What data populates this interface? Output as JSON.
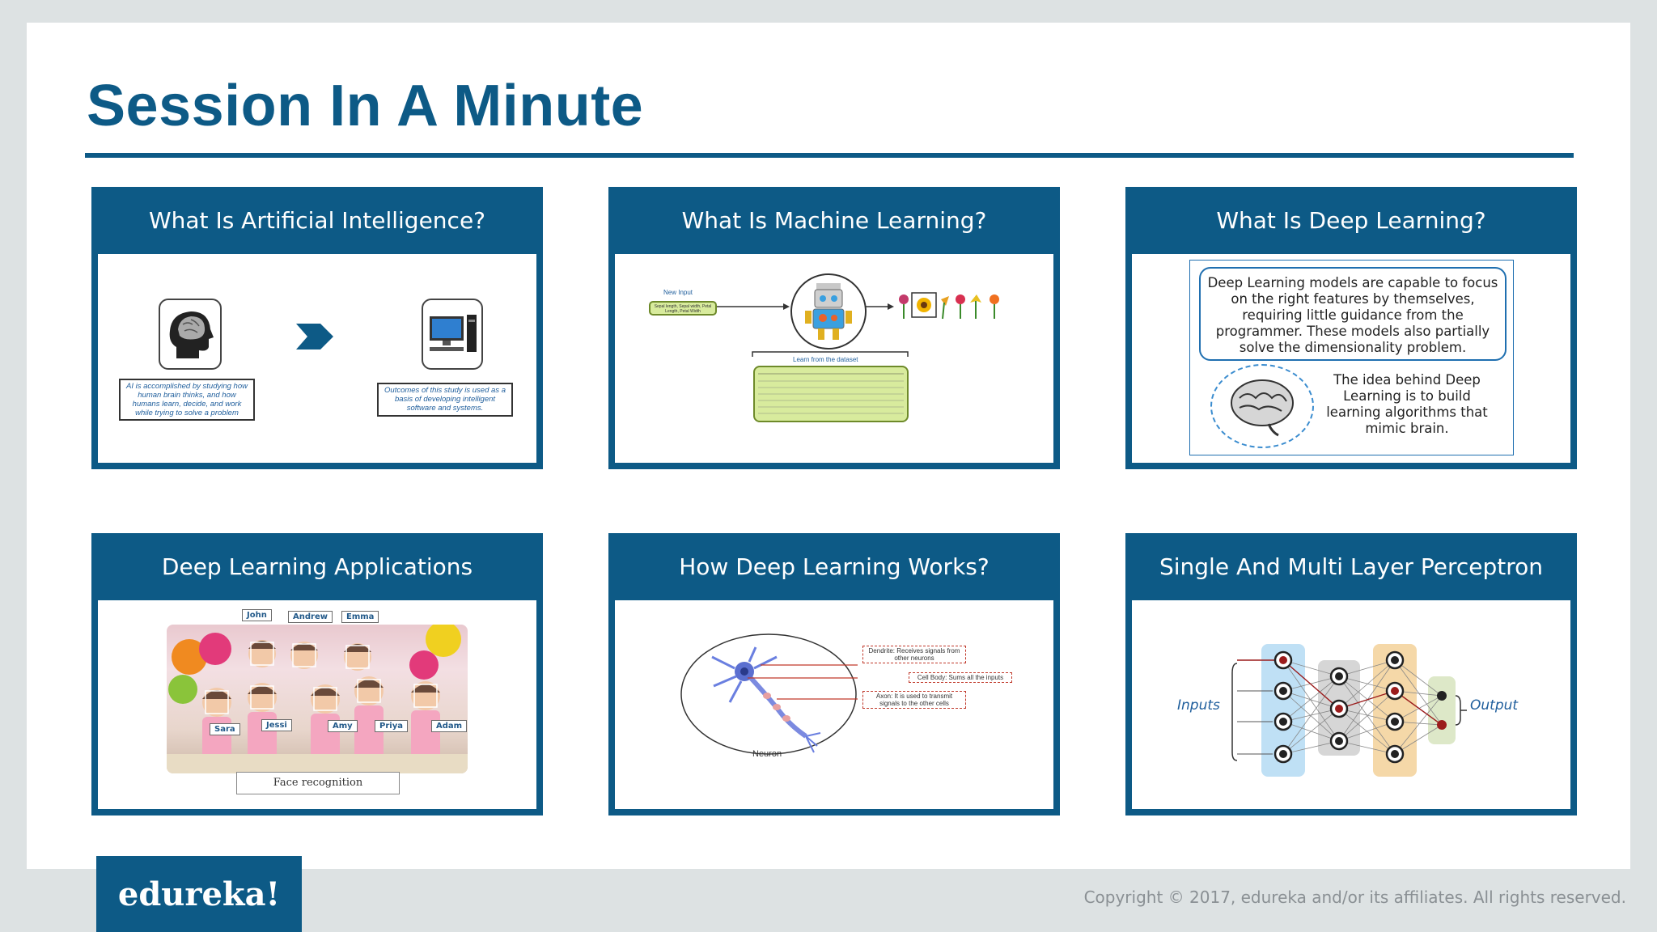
{
  "slide": {
    "title": "Session In A Minute"
  },
  "cards": [
    {
      "title": "What Is Artificial Intelligence?",
      "ai_box_left": "AI is accomplished by studying how human brain thinks, and how humans learn, decide, and work while trying to solve a problem",
      "ai_box_right": "Outcomes of this study is used as a basis of developing intelligent software and systems."
    },
    {
      "title": "What Is Machine Learning?",
      "new_input_label": "New Input",
      "new_input_box": "Sepal length, Sepal width, Petal Length, Petal Width",
      "dataset_label": "Learn from the dataset"
    },
    {
      "title": "What Is Deep Learning?",
      "text_top": "Deep Learning models are capable to focus on the right features by themselves, requiring little guidance from the programmer. These models also partially solve the dimensionality problem.",
      "text_bottom": "The idea behind Deep Learning is to build learning algorithms that mimic brain."
    },
    {
      "title": "Deep Learning Applications",
      "names_top": [
        "John",
        "Andrew",
        "Emma"
      ],
      "names_bottom": [
        "Sara",
        "Jessi",
        "Amy",
        "Priya",
        "Adam"
      ],
      "caption": "Face recognition"
    },
    {
      "title": "How Deep Learning Works?",
      "notes": [
        "Dendrite: Receives signals from other neurons",
        "Cell Body: Sums all the inputs",
        "Axon: It is used to transmit signals to the other cells"
      ],
      "neuron_label": "Neuron"
    },
    {
      "title": "Single And Multi Layer Perceptron",
      "inputs_label": "Inputs",
      "output_label": "Output"
    }
  ],
  "footer": {
    "logo": "edureka!",
    "copyright": "Copyright © 2017, edureka and/or its affiliates. All rights reserved."
  },
  "colors": {
    "brand_blue": "#0d5a86",
    "link_blue": "#1f5e9c"
  }
}
